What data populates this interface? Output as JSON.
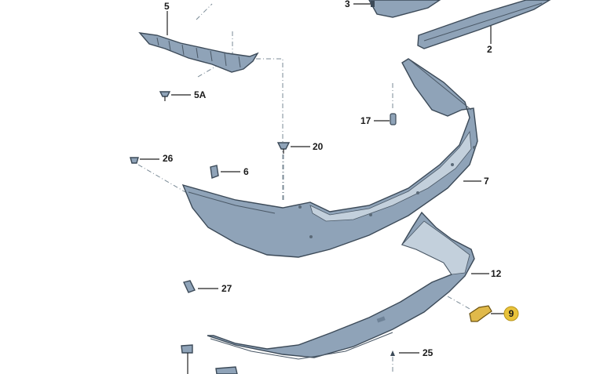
{
  "colors": {
    "part_fill": "#8fa3b8",
    "part_shadow": "#6e8297",
    "part_light": "#c3d0dc",
    "highlight_fill": "#e0b94a",
    "highlight_badge": "#e8c23a",
    "dash_line": "#7a8a96"
  },
  "callouts": {
    "c5": "5",
    "c3": "3",
    "c2": "2",
    "c5a": "5A",
    "c17": "17",
    "c20": "20",
    "c26": "26",
    "c6": "6",
    "c7": "7",
    "c12": "12",
    "c27": "27",
    "c9": "9",
    "c25": "25"
  },
  "highlighted_part": "9"
}
